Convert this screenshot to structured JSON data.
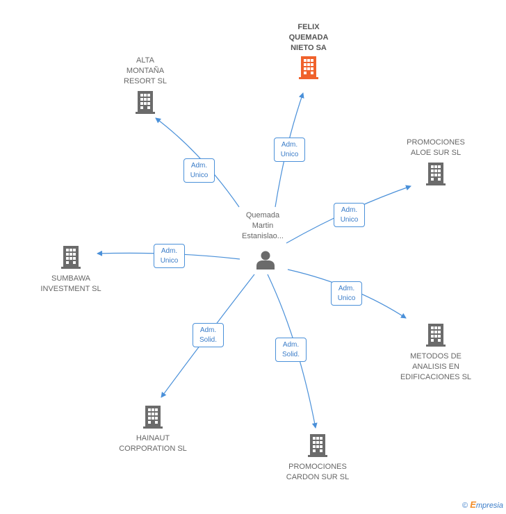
{
  "center": {
    "name": "Quemada\nMartin\nEstanislao..."
  },
  "companies": [
    {
      "id": "felix",
      "name": "FELIX\nQUEMADA\nNIETO SA",
      "highlight": true,
      "role": "Adm.\nUnico"
    },
    {
      "id": "alta",
      "name": "ALTA\nMONTAÑA\nRESORT SL",
      "highlight": false,
      "role": "Adm.\nUnico"
    },
    {
      "id": "promo_aloe",
      "name": "PROMOCIONES\nALOE SUR SL",
      "highlight": false,
      "role": "Adm.\nUnico"
    },
    {
      "id": "sumbawa",
      "name": "SUMBAWA\nINVESTMENT SL",
      "highlight": false,
      "role": "Adm.\nUnico"
    },
    {
      "id": "metodos",
      "name": "METODOS DE\nANALISIS EN\nEDIFICACIONES SL",
      "highlight": false,
      "role": "Adm.\nUnico"
    },
    {
      "id": "hainaut",
      "name": "HAINAUT\nCORPORATION SL",
      "highlight": false,
      "role": "Adm.\nSolid."
    },
    {
      "id": "promo_cardon",
      "name": "PROMOCIONES\nCARDON SUR SL",
      "highlight": false,
      "role": "Adm.\nSolid."
    }
  ],
  "colors": {
    "edge": "#4a90d9",
    "building": "#6b6b6b",
    "building_highlight": "#f0622c",
    "person": "#6b6b6b"
  },
  "footer": {
    "copyright": "©",
    "brand_e": "E",
    "brand_rest": "mpresia"
  }
}
